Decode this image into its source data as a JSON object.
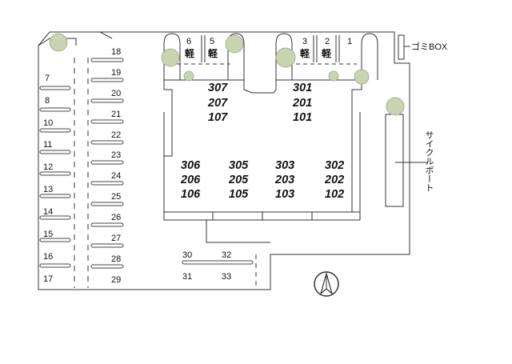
{
  "parking_left": [
    "7",
    "8",
    "10",
    "11",
    "12",
    "13",
    "14",
    "15",
    "16",
    "17"
  ],
  "parking_mid": [
    "18",
    "19",
    "20",
    "21",
    "22",
    "23",
    "24",
    "25",
    "26",
    "27",
    "28",
    "29"
  ],
  "parking_top_right": [
    "3",
    "2",
    "1"
  ],
  "parking_top_left": [
    "6",
    "5"
  ],
  "kei_label": "軽",
  "parking_bottom": [
    "30",
    "32",
    "31",
    "33"
  ],
  "units_north_left": [
    "307",
    "207",
    "107"
  ],
  "units_north_right": [
    "301",
    "201",
    "101"
  ],
  "units_south": [
    [
      "306",
      "206",
      "106"
    ],
    [
      "305",
      "205",
      "105"
    ],
    [
      "303",
      "203",
      "103"
    ],
    [
      "302",
      "202",
      "102"
    ]
  ],
  "garbage_label": "ゴミBOX",
  "bike_label": "サイクルポート",
  "tree_color": "#c9d4b0"
}
